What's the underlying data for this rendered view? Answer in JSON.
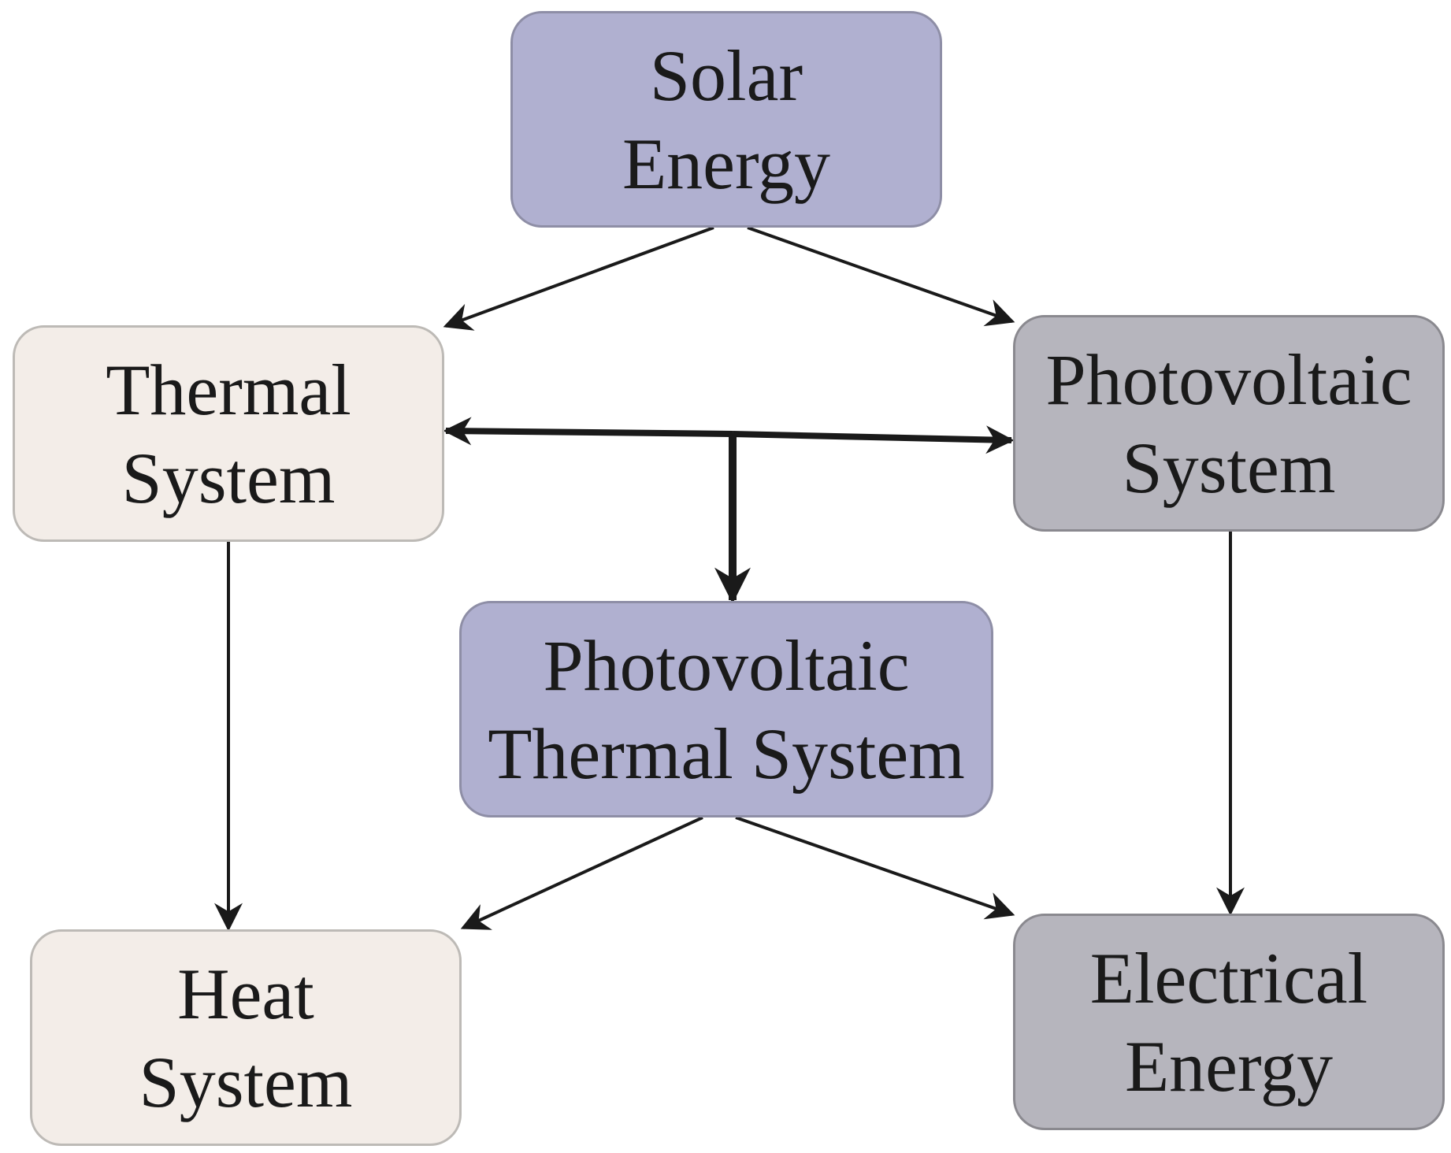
{
  "nodes": {
    "solar_energy": {
      "line1": "Solar",
      "line2": "Energy"
    },
    "thermal_system": {
      "line1": "Thermal",
      "line2": "System"
    },
    "photovoltaic_system": {
      "line1": "Photovoltaic",
      "line2": "System"
    },
    "pvt_system": {
      "line1": "Photovoltaic",
      "line2": "Thermal System"
    },
    "heat_system": {
      "line1": "Heat",
      "line2": "System"
    },
    "electrical_energy": {
      "line1": "Electrical",
      "line2": "Energy"
    }
  },
  "colors": {
    "purple_fill": "#b0b0d0",
    "cream_fill": "#f3ede8",
    "gray_fill": "#b6b5bd",
    "arrow": "#1a1a1a"
  }
}
